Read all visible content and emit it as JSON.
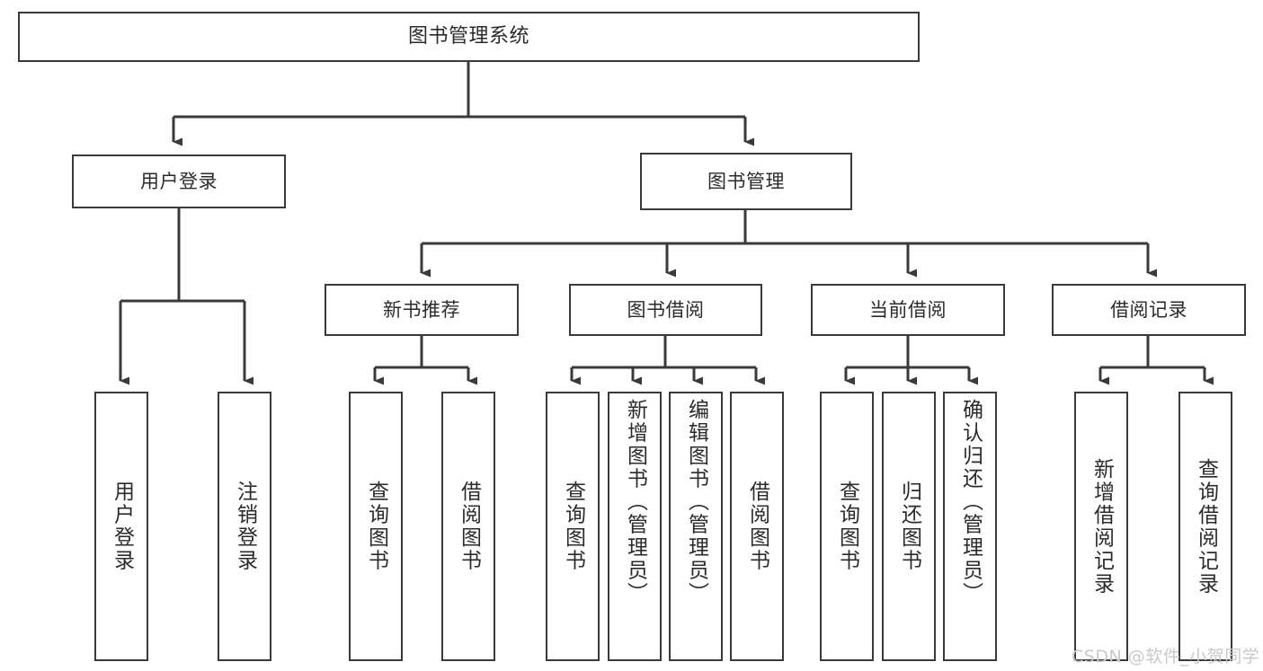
{
  "diagram": {
    "title": "图书管理系统",
    "type": "tree",
    "stroke_color": "#3a3a3a",
    "background_color": "#ffffff",
    "watermark": "CSDN @软件_小贺同学",
    "nodes": {
      "root": {
        "label": "图书管理系统"
      },
      "level2": [
        {
          "id": "user_login",
          "label": "用户登录"
        },
        {
          "id": "book_manage",
          "label": "图书管理"
        }
      ],
      "level3": [
        {
          "id": "new_book_rec",
          "label": "新书推荐"
        },
        {
          "id": "book_borrow",
          "label": "图书借阅"
        },
        {
          "id": "current_borrow",
          "label": "当前借阅"
        },
        {
          "id": "borrow_record",
          "label": "借阅记录"
        }
      ],
      "leaves": {
        "user_login": [
          {
            "id": "leaf_user_login",
            "label": "用户登录"
          },
          {
            "id": "leaf_logout",
            "label": "注销登录"
          }
        ],
        "new_book_rec": [
          {
            "id": "leaf_query_book_1",
            "label": "查询图书"
          },
          {
            "id": "leaf_borrow_book_1",
            "label": "借阅图书"
          }
        ],
        "book_borrow": [
          {
            "id": "leaf_query_book_2",
            "label": "查询图书"
          },
          {
            "id": "leaf_add_book",
            "label": "新增图书（管理员）"
          },
          {
            "id": "leaf_edit_book",
            "label": "编辑图书（管理员）"
          },
          {
            "id": "leaf_borrow_book_2",
            "label": "借阅图书"
          }
        ],
        "current_borrow": [
          {
            "id": "leaf_query_book_3",
            "label": "查询图书"
          },
          {
            "id": "leaf_return_book",
            "label": "归还图书"
          },
          {
            "id": "leaf_confirm_return",
            "label": "确认归还（管理员）"
          }
        ],
        "borrow_record": [
          {
            "id": "leaf_add_record",
            "label": "新增借阅记录"
          },
          {
            "id": "leaf_query_record",
            "label": "查询借阅记录"
          }
        ]
      }
    }
  }
}
